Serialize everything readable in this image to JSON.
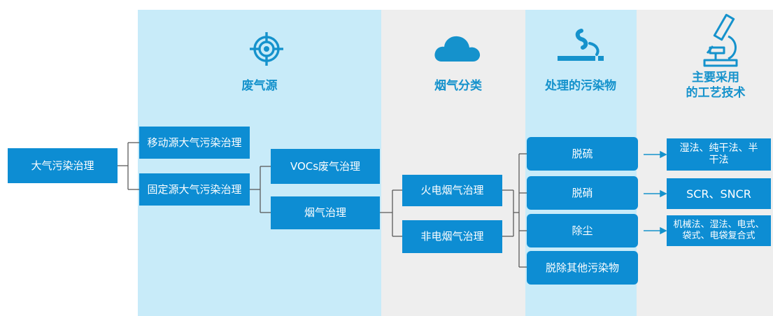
{
  "colors": {
    "light_blue_bg": "#c8ebf9",
    "grey_bg": "#eeeeee",
    "box_blue": "#0d8dd3",
    "title_blue": "#1592cc",
    "line_grey": "#5a5a5a"
  },
  "headers": {
    "source": {
      "label": "废气源",
      "icon": "target-icon"
    },
    "classification": {
      "label": "烟气分类",
      "icon": "cloud-icon"
    },
    "pollutants": {
      "label": "处理的污染物",
      "icon": "smoking-icon"
    },
    "technology": {
      "label_line1": "主要采用",
      "label_line2": "的工艺技术",
      "icon": "microscope-icon"
    }
  },
  "nodes": {
    "root": "大气污染治理",
    "mobile": "移动源大气污染治理",
    "fixed": "固定源大气污染治理",
    "vocs": "VOCs废气治理",
    "flue": "烟气治理",
    "thermal": "火电烟气治理",
    "nonthermal": "非电烟气治理",
    "desulf": "脱硫",
    "denitr": "脱硝",
    "dust": "除尘",
    "other": "脱除其他污染物",
    "tech_desulf_line1": "湿法、纯干法、半",
    "tech_desulf_line2": "干法",
    "tech_denitr": "SCR、SNCR",
    "tech_dust_line1": "机械法、湿法、电式、",
    "tech_dust_line2": "袋式、电袋复合式"
  }
}
